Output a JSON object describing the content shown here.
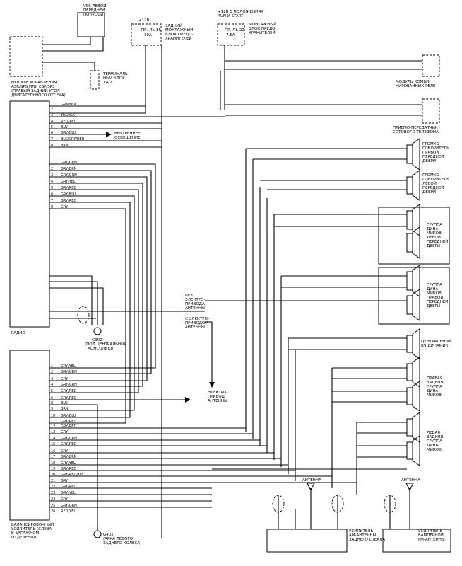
{
  "top": {
    "vss_label": [
      "VSS ЛЕВОЙ",
      "ПЕРЕДНЕЙ",
      "ПОЛУОСИ"
    ],
    "asr_module": [
      "МОДУЛЬ УПРАВЛЕНИЯ",
      "ASR/SPS ИЛИ ESP/SPS",
      "(ПРАВЫЙ ЗАДНИЙ УГОЛ",
      "ДВИГАТЕЛЬНОГО ОТСЕКА)"
    ],
    "rear_fuse_block": [
      "ЗАДНИЙ",
      "МОНТАЖНЫЙ",
      "БЛОК ПРЕДО-",
      "ХРАНИТЕЛЕЙ"
    ],
    "fuse16": [
      "+12В",
      "ПР.-ЛЬ 16",
      "30A"
    ],
    "run_start": [
      "+12В В ПОЛОЖЕНИЯХ",
      "RUN И START"
    ],
    "fuse22": [
      "ПР.-ЛЬ 22",
      "7.5A"
    ],
    "mount_block": [
      "МОНТАЖНЫЙ",
      "БЛОК ПРЕДО-",
      "ХРАНИТЕЛЕЙ"
    ],
    "terminal_block": [
      "ТЕРМИНАЛЬ-",
      "НЫЙ БЛОК",
      "X4/2"
    ],
    "combo_relay": [
      "МОДУЛЬ КОМБИ-",
      "НИРОВАННЫХ РЕЛЕ"
    ],
    "cell_phone": [
      "ПРИЕМО-ПЕРЕДАТЧИК",
      "СОТОВОГО ТЕЛЕФОНА"
    ]
  },
  "radio_label": "РАДИО",
  "amp_label": [
    "БАЛАНСИРОВОЧНЫЙ",
    "УСИЛИТЕЛЬ (СЛЕВА",
    "В БАГАЖНОМ",
    "ОТДЕЛЕНИИ)"
  ],
  "interior_light": [
    "ВНУТРЕННЕЕ",
    "ОСВЕЩЕНИЕ"
  ],
  "g302": [
    "G302",
    "(ПОД ЦЕНТРАЛЬНОЙ",
    "КОНСОЛЬЮ)"
  ],
  "g402": [
    "G402",
    "(АРКА ЛЕВОГО",
    "ЗАДНЕГО КОЛЕСА)"
  ],
  "antenna_without": [
    "БЕЗ",
    "ЭЛЕКТРО-",
    "ПРИВОДА",
    "АНТЕННЫ"
  ],
  "antenna_with": [
    "С ЭЛЕКТРО-",
    "ПРИВОДОМ",
    "АНТЕННЫ"
  ],
  "power_antenna": [
    "ЭЛЕКТРО-",
    "ПРИВОД",
    "АНТЕННЫ"
  ],
  "speakers": {
    "rf_tweeter": [
      "ГРОМКО-",
      "ГОВОРИТЕЛЬ",
      "ПРАВОЙ",
      "ПЕРЕДНЕЙ",
      "ДВЕРИ"
    ],
    "lf_tweeter": [
      "ГРОМКО-",
      "ГОВОРИТЕЛЬ",
      "ЛЕВОЙ",
      "ПЕРЕДНЕЙ",
      "ДВЕРИ"
    ],
    "lf_group": [
      "ГРУППА",
      "ДИНА-",
      "МИКОВ",
      "ЛЕВОЙ",
      "ПЕРЕДНЕЙ",
      "ДВЕРИ"
    ],
    "rf_group": [
      "ГРУППА",
      "ДИНА-",
      "МИКОВ",
      "ПРАВОЙ",
      "ПЕРЕДНЕЙ",
      "ДВЕРИ"
    ],
    "center": [
      "ЦЕНТРАЛЬНЫЙ",
      "ВЧ ДИНАМИК"
    ],
    "right_rear": [
      "ПРАВАЯ",
      "ЗАДНЯЯ",
      "ГРУППА",
      "ДИНА-",
      "МИКОВ"
    ],
    "left_rear": [
      "ЛЕВАЯ",
      "ЗАДНЯЯ",
      "ГРУППА",
      "ДИНА-",
      "МИКОВ"
    ]
  },
  "antenna_word": "АНТЕННА",
  "am_amp": [
    "УСИЛИТЕЛЬ",
    "АМ-АНТЕННЫ",
    "ЗАДНЕГО СТЕКЛА"
  ],
  "fm_amp": [
    "УСИЛИТЕЛЬ",
    "БАМПЕРНОЙ",
    "FM-АНТЕННЫ"
  ],
  "radio_wires": [
    {
      "n": "1",
      "c": "GRN/BLK"
    },
    {
      "n": "2",
      "c": ""
    },
    {
      "n": "3",
      "c": "YEL/BLK"
    },
    {
      "n": "4",
      "c": "RED/YEL"
    },
    {
      "n": "5",
      "c": "BLU"
    },
    {
      "n": "6",
      "c": "GRY/BLU"
    },
    {
      "n": "7",
      "c": "BLK/GRY/RED"
    },
    {
      "n": "8",
      "c": "BRN"
    },
    {
      "n": "1",
      "c": "GRY/GRN"
    },
    {
      "n": "2",
      "c": "GRY/BRN"
    },
    {
      "n": "3",
      "c": "GRY/GRN"
    },
    {
      "n": "4",
      "c": "GRY/YEL"
    },
    {
      "n": "5",
      "c": "GRY/RED"
    },
    {
      "n": "6",
      "c": "GRY/BLU"
    },
    {
      "n": "7",
      "c": "GRY/RED"
    },
    {
      "n": "8",
      "c": "GRY"
    }
  ],
  "amp_wires": [
    {
      "n": "1",
      "c": "GRY/YEL"
    },
    {
      "n": "2",
      "c": "GRY/GRN"
    },
    {
      "n": "3",
      "c": "GRY"
    },
    {
      "n": "4",
      "c": "GRY/GRN"
    },
    {
      "n": "5",
      "c": "GRY/RED"
    },
    {
      "n": "6",
      "c": "GRY/RED"
    },
    {
      "n": "8",
      "c": "BLU"
    },
    {
      "n": "9",
      "c": "BRN"
    },
    {
      "n": "10",
      "c": "GRY/BLU"
    },
    {
      "n": "11",
      "c": "GRY/RED"
    },
    {
      "n": "12",
      "c": "GRY/RED"
    },
    {
      "n": "13",
      "c": "GRY"
    },
    {
      "n": "14",
      "c": "GRY/GRN"
    },
    {
      "n": "15",
      "c": "GRY/RED"
    },
    {
      "n": "16",
      "c": "GRY"
    },
    {
      "n": "17",
      "c": "GRY/BRN"
    },
    {
      "n": "18",
      "c": "GRY/YEL"
    },
    {
      "n": "19",
      "c": "GRY/RED"
    },
    {
      "n": "20",
      "c": "GRY/RED/YEL"
    },
    {
      "n": "21",
      "c": "GRY"
    },
    {
      "n": "22",
      "c": "GRY/RED"
    },
    {
      "n": "23",
      "c": "GRY/YEL"
    },
    {
      "n": "24",
      "c": "GRY"
    },
    {
      "n": "25",
      "c": "GRY/GRN"
    },
    {
      "n": "26",
      "c": "RED/YEL"
    }
  ]
}
